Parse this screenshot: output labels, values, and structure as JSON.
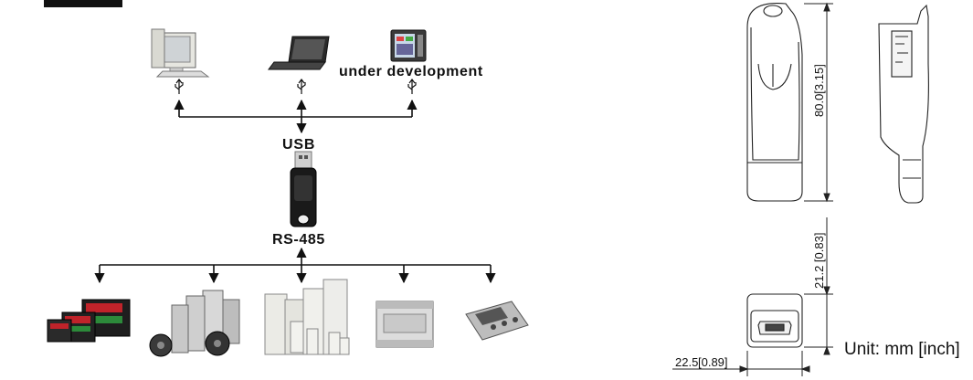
{
  "topology": {
    "usb_label": "USB",
    "rs485_label": "RS-485",
    "under_development_label": "under development",
    "hosts": [
      {
        "name": "desktop-pc"
      },
      {
        "name": "laptop"
      },
      {
        "name": "hmi-panel"
      }
    ],
    "devices": [
      {
        "name": "temperature-controllers"
      },
      {
        "name": "servo-drives"
      },
      {
        "name": "ac-motor-drives"
      },
      {
        "name": "plc"
      },
      {
        "name": "text-panel"
      }
    ]
  },
  "dimensions": {
    "length": "80.0[3.15]",
    "height": "21.2 [0.83]",
    "width_value": "22.5",
    "width_inch": "[0.89]",
    "unit": "Unit: mm [inch]"
  },
  "colors": {
    "line": "#111111",
    "device_dark": "#1a1a1a",
    "device_light": "#d9d9d9"
  }
}
